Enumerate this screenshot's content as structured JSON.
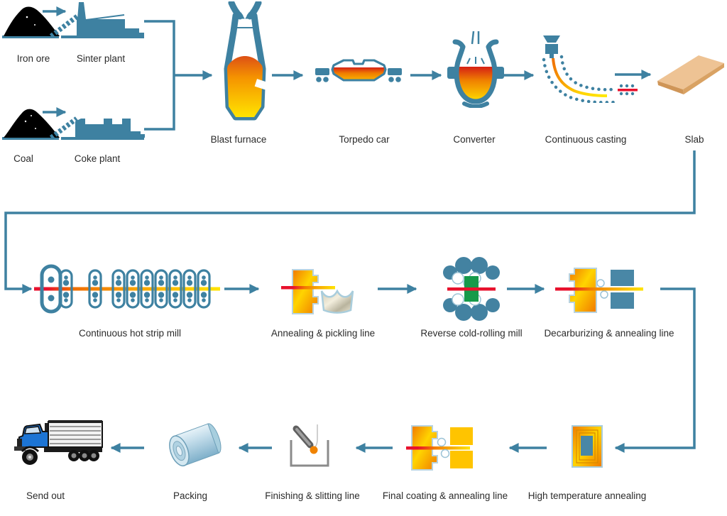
{
  "diagram_type": "process-flow",
  "stations": [
    {
      "id": "iron-ore",
      "label": "Iron ore",
      "icon": "ore-pile-icon"
    },
    {
      "id": "sinter-plant",
      "label": "Sinter plant",
      "icon": "factory-icon"
    },
    {
      "id": "coal",
      "label": "Coal",
      "icon": "coal-pile-icon"
    },
    {
      "id": "coke-plant",
      "label": "Coke plant",
      "icon": "factory-icon"
    },
    {
      "id": "blast-furnace",
      "label": "Blast furnace",
      "icon": "blast-furnace-icon"
    },
    {
      "id": "torpedo-car",
      "label": "Torpedo car",
      "icon": "torpedo-car-icon"
    },
    {
      "id": "converter",
      "label": "Converter",
      "icon": "converter-vessel-icon"
    },
    {
      "id": "continuous-casting",
      "label": "Continuous casting",
      "icon": "casting-strand-icon"
    },
    {
      "id": "slab",
      "label": "Slab",
      "icon": "slab-icon"
    },
    {
      "id": "continuous-hot-strip-mill",
      "label": "Continuous hot strip mill",
      "icon": "roll-stands-icon"
    },
    {
      "id": "annealing-pickling-line",
      "label": "Annealing & pickling line",
      "icon": "furnace-and-tank-icon"
    },
    {
      "id": "reverse-cold-rolling-mill",
      "label": "Reverse cold-rolling mill",
      "icon": "cluster-mill-icon"
    },
    {
      "id": "decarburizing-annealing-line",
      "label": "Decarburizing & annealing line",
      "icon": "furnace-and-rolls-icon"
    },
    {
      "id": "high-temperature-annealing",
      "label": "High temperature annealing",
      "icon": "box-furnace-icon"
    },
    {
      "id": "final-coating-annealing-line",
      "label": "Final coating & annealing line",
      "icon": "furnace-and-rolls-icon"
    },
    {
      "id": "finishing-slitting-line",
      "label": "Finishing & slitting line",
      "icon": "slitting-knife-icon"
    },
    {
      "id": "packing",
      "label": "Packing",
      "icon": "steel-coil-icon"
    },
    {
      "id": "send-out",
      "label": "Send out",
      "icon": "truck-icon"
    }
  ],
  "connections": [
    {
      "from": "iron-ore",
      "to": "sinter-plant"
    },
    {
      "from": "coal",
      "to": "coke-plant"
    },
    {
      "from": "sinter-plant",
      "to": "blast-furnace"
    },
    {
      "from": "coke-plant",
      "to": "blast-furnace"
    },
    {
      "from": "blast-furnace",
      "to": "torpedo-car"
    },
    {
      "from": "torpedo-car",
      "to": "converter"
    },
    {
      "from": "converter",
      "to": "continuous-casting"
    },
    {
      "from": "continuous-casting",
      "to": "slab"
    },
    {
      "from": "slab",
      "to": "continuous-hot-strip-mill"
    },
    {
      "from": "continuous-hot-strip-mill",
      "to": "annealing-pickling-line"
    },
    {
      "from": "annealing-pickling-line",
      "to": "reverse-cold-rolling-mill"
    },
    {
      "from": "reverse-cold-rolling-mill",
      "to": "decarburizing-annealing-line"
    },
    {
      "from": "decarburizing-annealing-line",
      "to": "high-temperature-annealing"
    },
    {
      "from": "high-temperature-annealing",
      "to": "final-coating-annealing-line"
    },
    {
      "from": "final-coating-annealing-line",
      "to": "finishing-slitting-line"
    },
    {
      "from": "finishing-slitting-line",
      "to": "packing"
    },
    {
      "from": "packing",
      "to": "send-out"
    }
  ],
  "colors": {
    "arrow_teal": "#3e81a1",
    "machine_teal": "#4987a6",
    "strip_red": "#e8112d",
    "strip_orange": "#f07d00",
    "strip_yellow": "#ffe400",
    "furnace_orange": "#f07800",
    "furnace_yellow": "#ffd400",
    "slab_tan": "#eec394",
    "mill_green": "#169a4a",
    "coil_blue": "#b7d7e6",
    "truck_blue": "#1c74d4",
    "pile_black": "#000000",
    "label_text": "#2b2b2b"
  }
}
